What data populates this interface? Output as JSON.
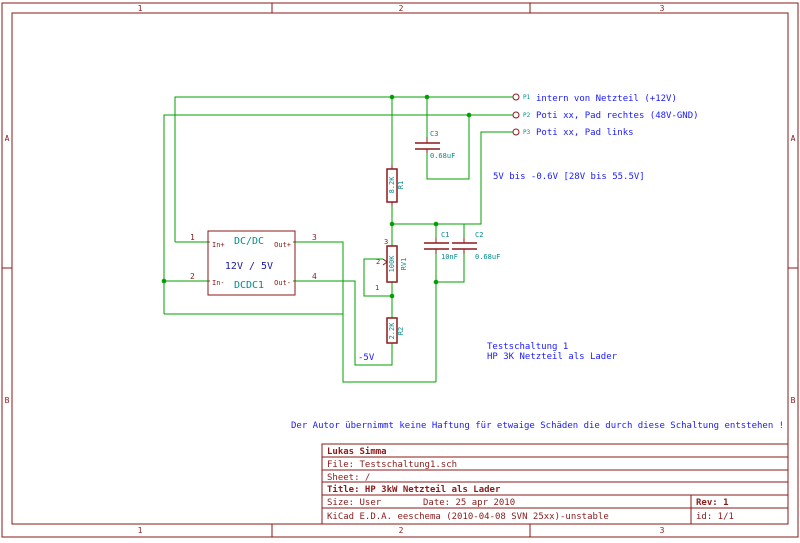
{
  "frame": {
    "columns": [
      "1",
      "2",
      "3"
    ],
    "rows": [
      "A",
      "B"
    ]
  },
  "components": {
    "dcdc": {
      "ref": "DC/DC",
      "value": "12V / 5V",
      "name": "DCDC1",
      "pin_in_plus": "In+",
      "pin_in_minus": "In-",
      "pin_out_plus": "Out+",
      "pin_out_minus": "Out-",
      "pin1": "1",
      "pin2": "2",
      "pin3": "3",
      "pin4": "4"
    },
    "r1": {
      "ref": "R1",
      "value": "8.2K"
    },
    "rv1": {
      "ref": "RV1",
      "value": "100K",
      "pin1": "1",
      "pin2": "2",
      "pin3": "3"
    },
    "r2": {
      "ref": "R2",
      "value": "2.2K"
    },
    "c1": {
      "ref": "C1",
      "value": "10nF"
    },
    "c2": {
      "ref": "C2",
      "value": "0.68uF"
    },
    "c3": {
      "ref": "C3",
      "value": "0.68uF"
    },
    "p1": {
      "ref": "P1",
      "label": "intern von Netzteil (+12V)"
    },
    "p2": {
      "ref": "P2",
      "label": "Poti xx, Pad rechtes (48V-GND)"
    },
    "p3": {
      "ref": "P3",
      "label": "Poti xx, Pad links"
    }
  },
  "notes": {
    "range": "5V bis -0.6V [28V bis 55.5V]",
    "minus5": "-5V",
    "title1": "Testschaltung 1",
    "title2": "HP 3K Netzteil als Lader",
    "disclaimer": "Der Autor übernimmt keine Haftung für etwaige Schäden die durch diese Schaltung entstehen !"
  },
  "title_block": {
    "author": "Lukas Simma",
    "file": "File: Testschaltung1.sch",
    "sheet": "Sheet: /",
    "title": "Title: HP 3kW Netzteil als Lader",
    "size": "Size: User",
    "date": "Date: 25 apr 2010",
    "rev": "Rev: 1",
    "tool": "KiCad E.D.A.  eeschema (2010-04-08 SVN 25xx)-unstable",
    "id": "id: 1/1"
  },
  "colors": {
    "frame": "#8b1a1a",
    "wire": "#00a000",
    "component": "#8b1a1a",
    "ref_text": "#008b8b",
    "note_text": "#1a1aff"
  }
}
